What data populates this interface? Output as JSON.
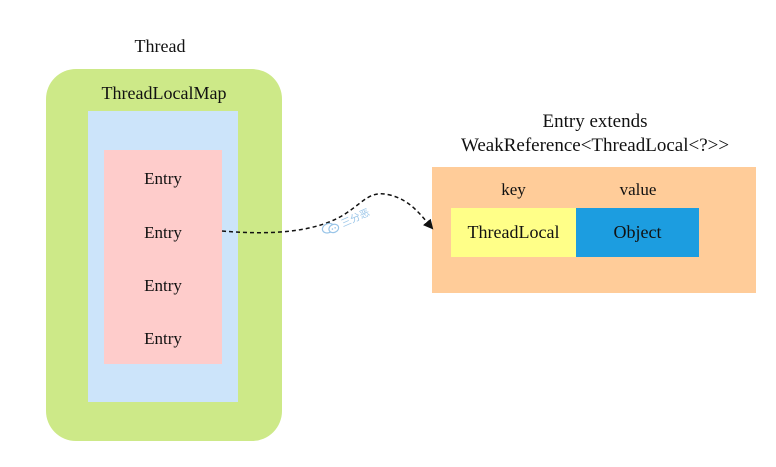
{
  "thread": {
    "title": "Thread",
    "color": "#cde988"
  },
  "map": {
    "title": "ThreadLocalMap",
    "color": "#cce4fa"
  },
  "entries": {
    "color": "#fecccb",
    "items": [
      "Entry",
      "Entry",
      "Entry",
      "Entry"
    ]
  },
  "entry_detail": {
    "title": "Entry extends",
    "subtitle": "WeakReference<ThreadLocal<?>>",
    "color": "#ffcc99",
    "key_label": "key",
    "value_label": "value",
    "key_text": "ThreadLocal",
    "key_color": "#ffff88",
    "value_text": "Object",
    "value_color": "#1c9de0"
  },
  "watermark": {
    "icon": "chat-bubbles-icon",
    "text": "三分恶"
  }
}
